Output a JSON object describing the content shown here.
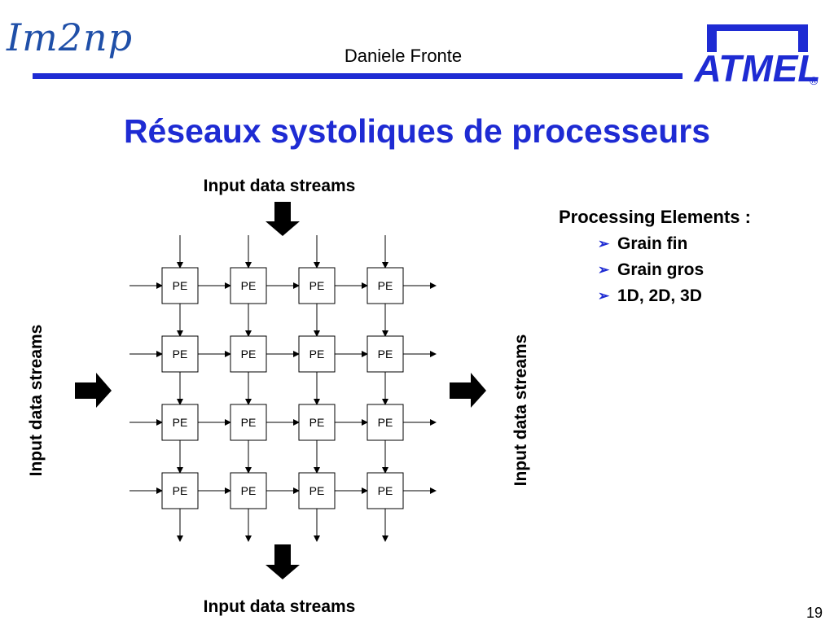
{
  "header": {
    "logo_left_text": "Im2np",
    "presenter": "Daniele Fronte",
    "logo_right_text": "ATMEL",
    "logo_right_mark": "®"
  },
  "slide": {
    "title": "Réseaux systoliques de processeurs",
    "page_number": "19"
  },
  "diagram": {
    "pe_label": "PE",
    "grid_rows": 4,
    "grid_cols": 4,
    "label_top": "Input data streams",
    "label_bottom": "Input data streams",
    "label_left": "Input data streams",
    "label_right": "Input data streams"
  },
  "bullets": {
    "heading": "Processing Elements :",
    "items": [
      "Grain fin",
      "Grain gros",
      "1D, 2D, 3D"
    ],
    "icon": "arrow-bullet-icon"
  },
  "colors": {
    "accent": "#1e2bd3",
    "logo_blue": "#1f4fa8"
  }
}
